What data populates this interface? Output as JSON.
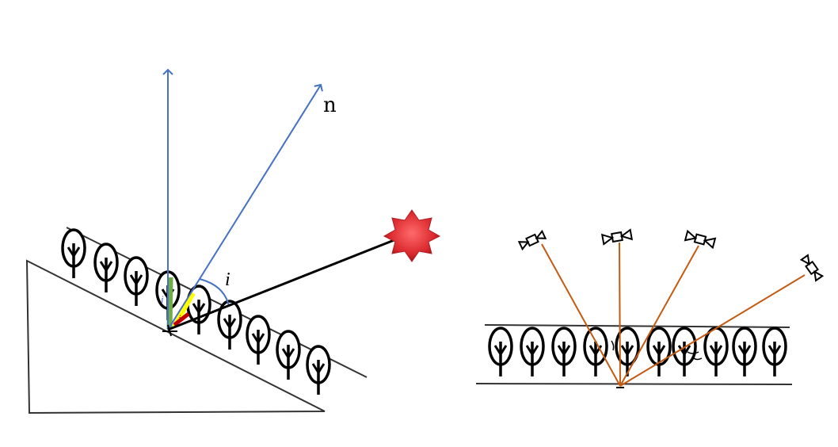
{
  "left_figure": {
    "normal_label": "n",
    "incidence_angle_label": "i",
    "small_label_1": "i",
    "small_label_2": "i",
    "tree_count": 9
  },
  "right_figure": {
    "tree_count": 10,
    "satellite_count": 4
  },
  "colors": {
    "arrow_blue": "#4472c4",
    "sun_red": "#d9262b",
    "ray_orange": "#c55a11",
    "ground": "#000000",
    "highlight_green": "#70ad47",
    "highlight_yellow": "#ffff00",
    "highlight_red": "#c00000"
  }
}
